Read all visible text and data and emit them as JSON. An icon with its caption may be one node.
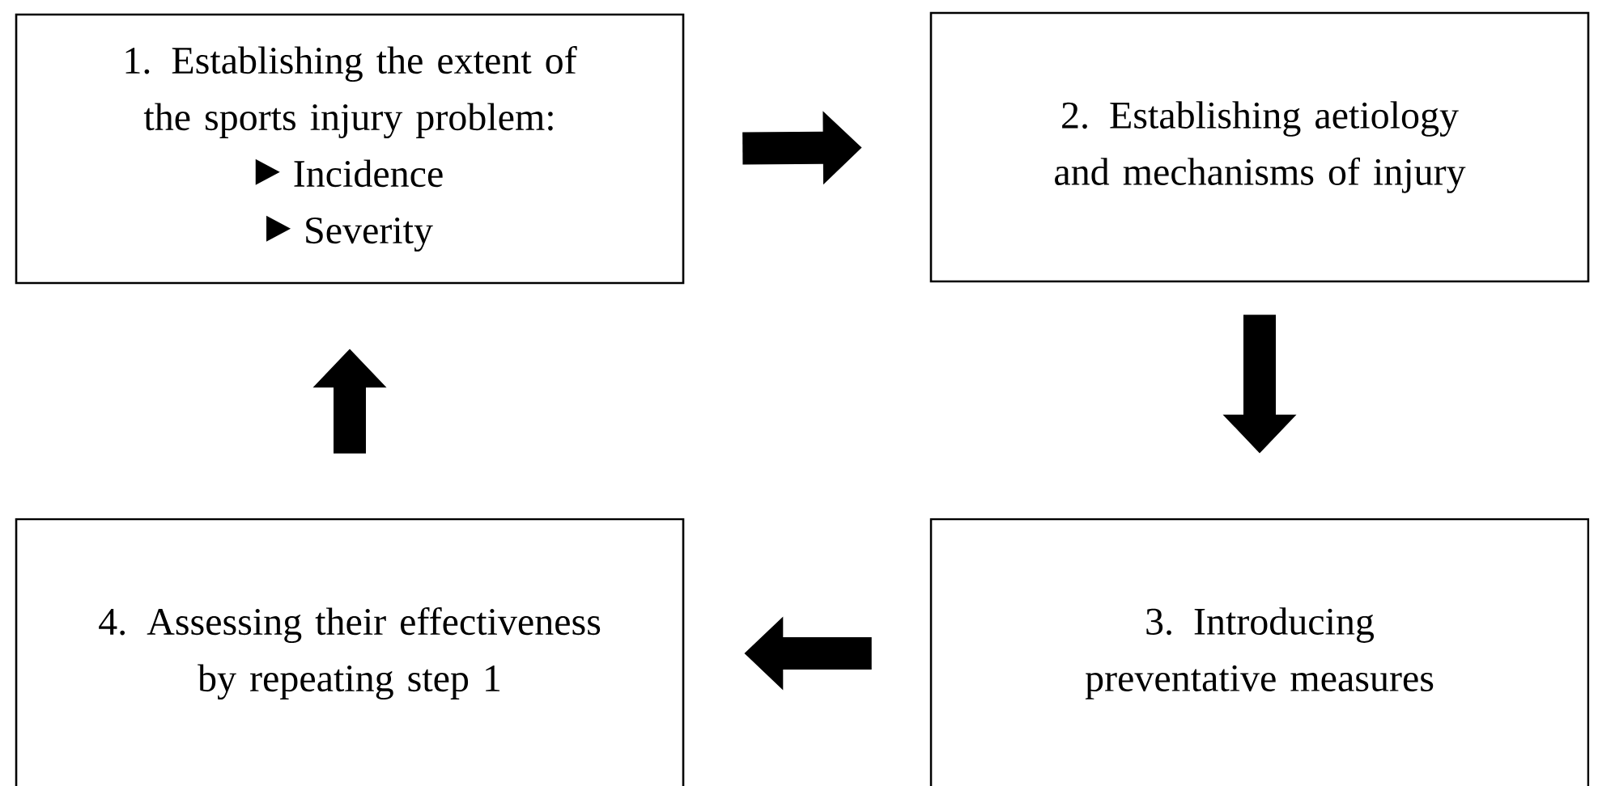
{
  "diagram": {
    "nodes": [
      {
        "text": [
          "1. Establishing the extent of the sports injury problem:",
          "Incidence",
          "Severity"
        ]
      },
      {
        "text": [
          "2. Establishing aetiology and mechanisms of injury"
        ]
      },
      {
        "text": [
          "3. Introducing preventative measures"
        ]
      },
      {
        "text": [
          "4. Assessing their effectiveness by repeating step 1"
        ]
      }
    ],
    "edges": [
      {
        "from": 0,
        "to": 1,
        "arrow": "to"
      },
      {
        "from": 1,
        "to": 2,
        "arrow": "to"
      },
      {
        "from": 2,
        "to": 3,
        "arrow": "to"
      },
      {
        "from": 3,
        "to": 0,
        "arrow": "to"
      }
    ]
  }
}
